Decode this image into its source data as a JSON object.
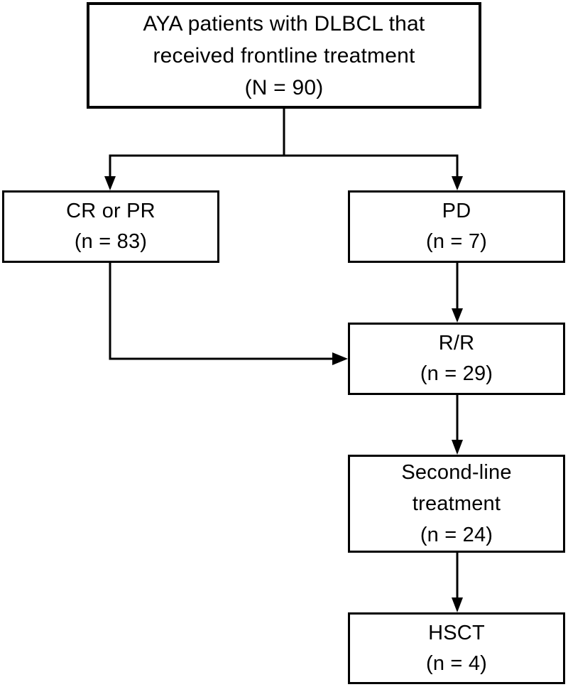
{
  "diagram": {
    "type": "flowchart",
    "nodes": {
      "frontline": {
        "label": "AYA patients with DLBCL that received frontline treatment (N = 90)",
        "lines": [
          "AYA patients with DLBCL that",
          "received frontline treatment",
          "(N = 90)"
        ],
        "n": 90
      },
      "cr_pr": {
        "label": "CR or PR (n = 83)",
        "lines": [
          "CR or PR",
          "(n = 83)"
        ],
        "n": 83
      },
      "pd": {
        "label": "PD (n = 7)",
        "lines": [
          "PD",
          "(n = 7)"
        ],
        "n": 7
      },
      "rr": {
        "label": "R/R (n = 29)",
        "lines": [
          "R/R",
          "(n = 29)"
        ],
        "n": 29
      },
      "second_line": {
        "label": "Second-line treatment (n = 24)",
        "lines": [
          "Second-line",
          "treatment",
          "(n = 24)"
        ],
        "n": 24
      },
      "hsct": {
        "label": "HSCT (n = 4)",
        "lines": [
          "HSCT",
          "(n = 4)"
        ],
        "n": 4
      }
    },
    "edges": [
      {
        "from": "frontline",
        "to": "cr_pr"
      },
      {
        "from": "frontline",
        "to": "pd"
      },
      {
        "from": "cr_pr",
        "to": "rr"
      },
      {
        "from": "pd",
        "to": "rr"
      },
      {
        "from": "rr",
        "to": "second_line"
      },
      {
        "from": "second_line",
        "to": "hsct"
      }
    ],
    "colors": {
      "border": "#000000",
      "fill": "#ffffff",
      "text": "#000000",
      "connector": "#000000",
      "background": "#ffffff"
    }
  }
}
